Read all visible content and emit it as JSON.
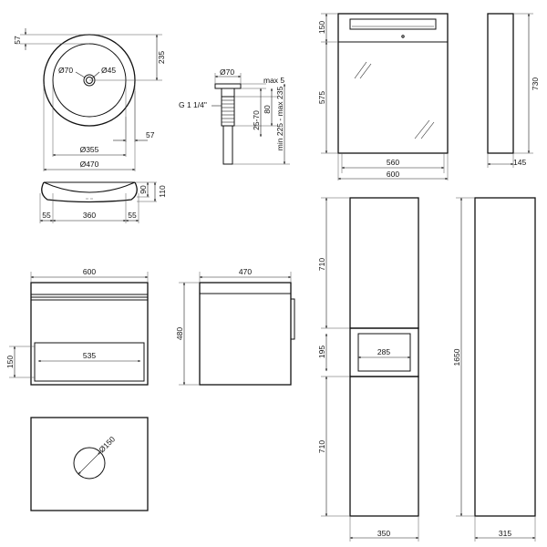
{
  "basin_top": {
    "d_57_top": "57",
    "d_235": "235",
    "d_70": "Ø70",
    "d_45": "Ø45",
    "d_57_bottom": "57",
    "d_355": "Ø355",
    "d_470": "Ø470"
  },
  "basin_side": {
    "d_90": "90",
    "d_110": "110",
    "d_55_left": "55",
    "d_360": "360",
    "d_55_right": "55"
  },
  "drain": {
    "d_70": "Ø70",
    "max5": "max 5",
    "thread": "G 1 1/4\"",
    "d_80": "80",
    "d_25_70": "25-70",
    "range": "min 225 - max 235"
  },
  "mirror_front": {
    "d_150": "150",
    "d_575": "575",
    "d_560": "560",
    "d_600": "600"
  },
  "mirror_side": {
    "d_730": "730",
    "d_145": "145"
  },
  "vanity_front": {
    "d_600": "600",
    "d_150": "150",
    "d_535": "535"
  },
  "vanity_side": {
    "d_470": "470",
    "d_480": "480"
  },
  "vanity_top": {
    "d_150": "Ø150"
  },
  "column_front": {
    "d_710_top": "710",
    "d_195": "195",
    "d_285": "285",
    "d_710_bottom": "710",
    "d_350": "350"
  },
  "column_side": {
    "d_1650": "1650",
    "d_315": "315"
  }
}
